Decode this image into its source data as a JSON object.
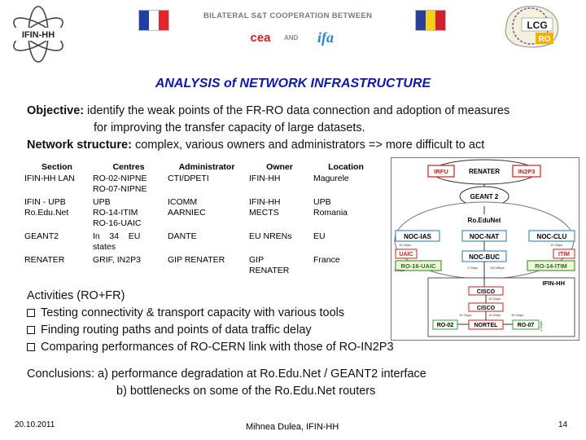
{
  "header": {
    "logo_left": "IFIN-HH",
    "cooperation_title": "BILATERAL S&T COOPERATION BETWEEN",
    "org1": "cea",
    "and": "AND",
    "org2": "ifa",
    "logo_right_top": "LCG",
    "logo_right_bottom": "RO",
    "flag_fr_colors": [
      "#1f3fa6",
      "#ffffff",
      "#e1262c"
    ],
    "flag_ro_colors": [
      "#2a3f9a",
      "#f7d116",
      "#d2202f"
    ]
  },
  "title": "ANALYSIS of NETWORK INFRASTRUCTURE",
  "objective": {
    "label": "Objective:",
    "line1": " identify the weak points of the FR-RO data connection and adoption of measures",
    "line2": "for improving the transfer capacity of large datasets."
  },
  "network": {
    "label": "Network structure:",
    "text": " complex, various owners and administrators => more difficult to act"
  },
  "table": {
    "headers": [
      "Section",
      "Centres",
      "Administrator",
      "Owner",
      "Location"
    ],
    "rows": [
      [
        "IFIN-HH LAN",
        "RO-02-NIPNE\nRO-07-NIPNE",
        "CTI/DPETI",
        "IFIN-HH",
        "Magurele"
      ],
      [
        "IFIN - UPB\nRo.Edu.Net",
        "UPB\nRO-14-ITIM\nRO-16-UAIC",
        "ICOMM\nAARNIEC",
        "IFIN-HH\nMECTS",
        "UPB\nRomania"
      ],
      [
        "GEANT2",
        "In    34    EU\nstates",
        "DANTE",
        "EU NRENs",
        "EU"
      ],
      [
        "RENATER",
        "GRIF, IN2P3",
        "GIP RENATER",
        "GIP\nRENATER",
        "France"
      ]
    ]
  },
  "diagram": {
    "irfu": "IRFU",
    "renater": "RENATER",
    "in2p3": "IN2P3",
    "geant2": "GEANT 2",
    "roedunet": "Ro.EduNet",
    "noc_ias": "NOC-IAS",
    "noc_nat": "NOC-NAT",
    "noc_clu": "NOC-CLU",
    "uaic": "UAIC",
    "itim": "ITIM",
    "ro16": "RO-16-UAIC",
    "noc_buc": "NOC-BUC",
    "ro14": "RO-14-ITIM",
    "ifin": "IFIN-HH",
    "cisco1": "CISCO",
    "cisco2": "CISCO",
    "ro02": "RO-02",
    "nortel": "NORTEL",
    "ro07": "RO-07",
    "s10g_a": "10 Gbps",
    "s10g_b": "10 Gbps",
    "s1g_a": "1 Gbps",
    "s1g_b": "1 Gbps",
    "s100m": "100 Mbps",
    "s10g_c": "10 Gbps",
    "s10g_d": "10 Gbps",
    "s10g_e": "10 Gbps",
    "s10g_f": "10 Gbps",
    "s1g_c": "1 Gbps"
  },
  "activities": {
    "label": "Activities",
    "label_suffix": " (RO+FR)",
    "items": [
      "Testing connectivity & transport capacity with various tools",
      "Finding routing paths and points of data traffic delay",
      "Comparing performances of RO-CERN link with those of RO-IN2P3"
    ]
  },
  "conclusions": {
    "label": "Conclusions:",
    "line1": " a) performance degradation at Ro.Edu.Net / GEANT2 interface",
    "line2": "b) bottlenecks on some of the Ro.Edu.Net routers"
  },
  "footer": {
    "date": "20.10.2011",
    "author": "Mihnea Dulea, IFIN-HH",
    "page": "14"
  }
}
